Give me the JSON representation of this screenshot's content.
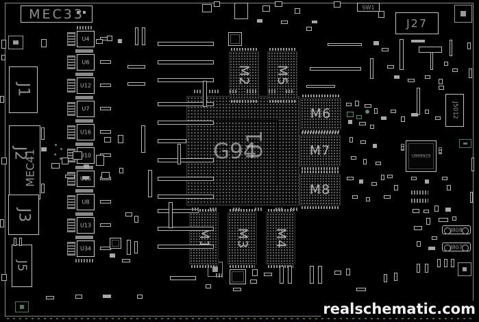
{
  "board": {
    "name": "MEC33",
    "watermark": "realschematic.com"
  },
  "labels": {
    "mec33": "MEC33",
    "j1": "J1",
    "j2": "J2",
    "mec41": "MEC41",
    "j3": "J3",
    "j5": "J5",
    "j27": "J27",
    "sw1": "SW1",
    "j5012": "J5012",
    "j808": "J808",
    "j807": "J807",
    "u1": "U1",
    "u1_marking": "G94",
    "qfp": "U999929"
  },
  "left_ics": [
    "U4",
    "U6",
    "U12",
    "U7",
    "U16",
    "U10",
    "U15",
    "U8",
    "U13",
    "U34"
  ],
  "memory": {
    "top": [
      "M2",
      "M5"
    ],
    "right": [
      "M6",
      "M7",
      "M8"
    ],
    "bottom": [
      "M1",
      "M3",
      "M4"
    ]
  }
}
